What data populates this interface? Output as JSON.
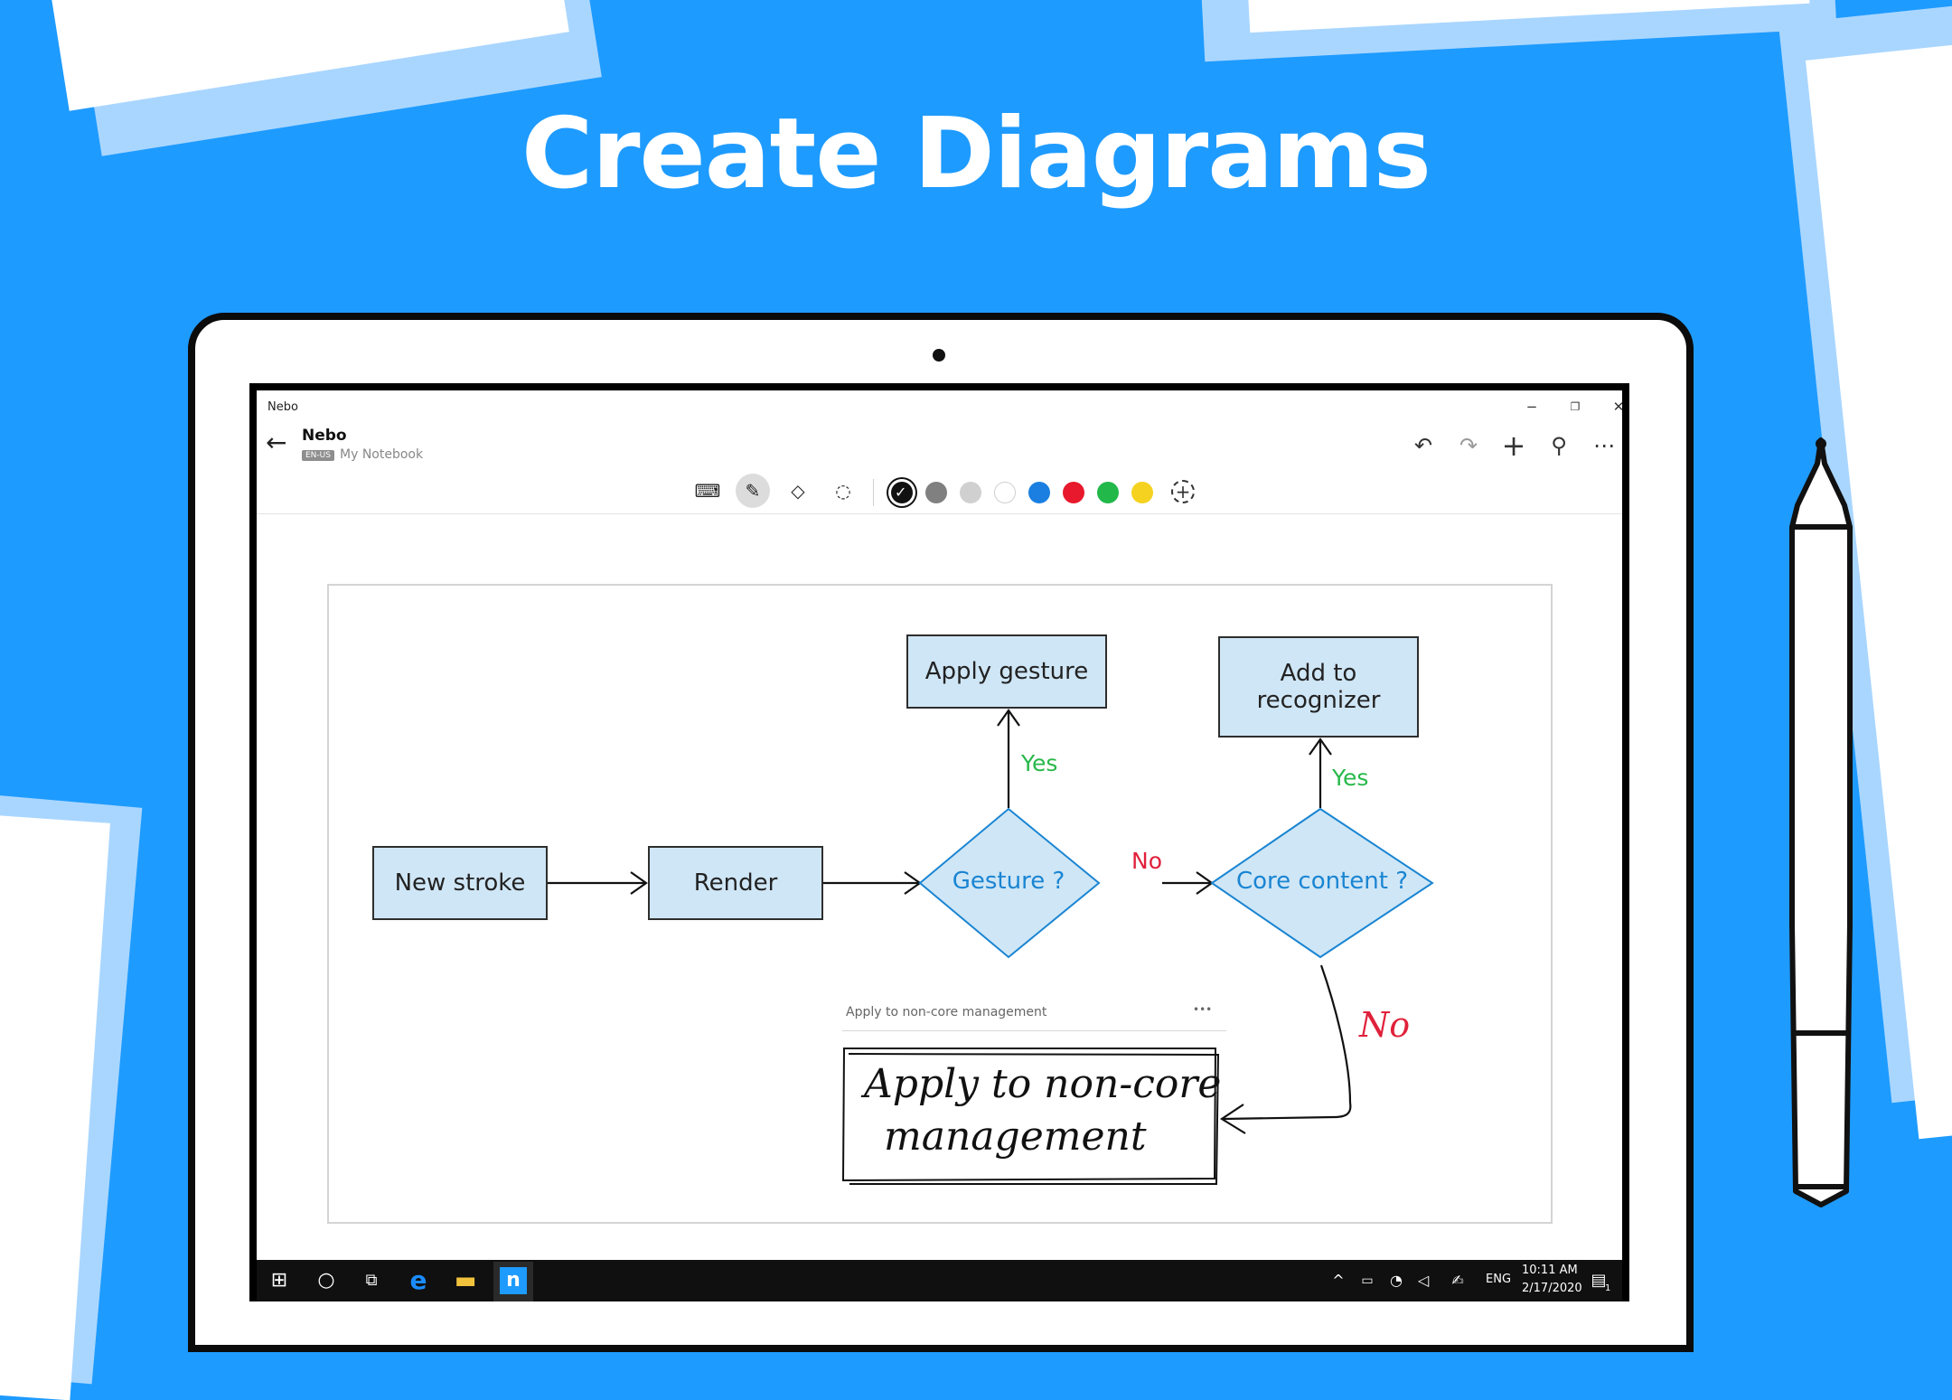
{
  "headline": "Create Diagrams",
  "window": {
    "title": "Nebo",
    "minimize_glyph": "−",
    "restore_glyph": "❐",
    "close_glyph": "✕"
  },
  "notebook": {
    "title": "Nebo",
    "lang_tag": "EN-US",
    "subtitle": "My Notebook"
  },
  "actions": {
    "back_glyph": "←",
    "undo_glyph": "↶",
    "redo_glyph": "↷",
    "add_glyph": "+",
    "search_glyph": "⚲",
    "more_glyph": "⋯"
  },
  "tools": {
    "keyboard_glyph": "⌨",
    "pen_glyph": "✎",
    "eraser_glyph": "◇",
    "lasso_glyph": "◌"
  },
  "colors": {
    "palette": [
      "#111111",
      "#808080",
      "#d0d0d0",
      "#ffffff",
      "#1a7fe0",
      "#e8192c",
      "#22b84a",
      "#f4d21f"
    ],
    "accent": "#1e9bff",
    "box_fill": "#cfe6f6",
    "diamond_text": "#1a85d2",
    "yes": "#27b84a",
    "no": "#e0213b"
  },
  "diagram": {
    "new_stroke": "New stroke",
    "render": "Render",
    "gesture": "Gesture ?",
    "core_content": "Core content ?",
    "apply_gesture": "Apply gesture",
    "add_to_recognizer": "Add to recognizer",
    "yes_1": "Yes",
    "yes_2": "Yes",
    "no_1": "No",
    "no_2": "No",
    "suggestion": "Apply to non-core management",
    "suggestion_more": "•••",
    "ink_line1": "Apply to non-core",
    "ink_line2": "management"
  },
  "taskbar": {
    "start_glyph": "⊞",
    "search_glyph": "○",
    "taskview_glyph": "⧉",
    "edge_glyph": "e",
    "files_glyph": "▬",
    "nebo_glyph": "n",
    "chevron_glyph": "^",
    "lang": "ENG",
    "time": "10:11 AM",
    "date": "2/17/2020",
    "notif_count": "1"
  }
}
